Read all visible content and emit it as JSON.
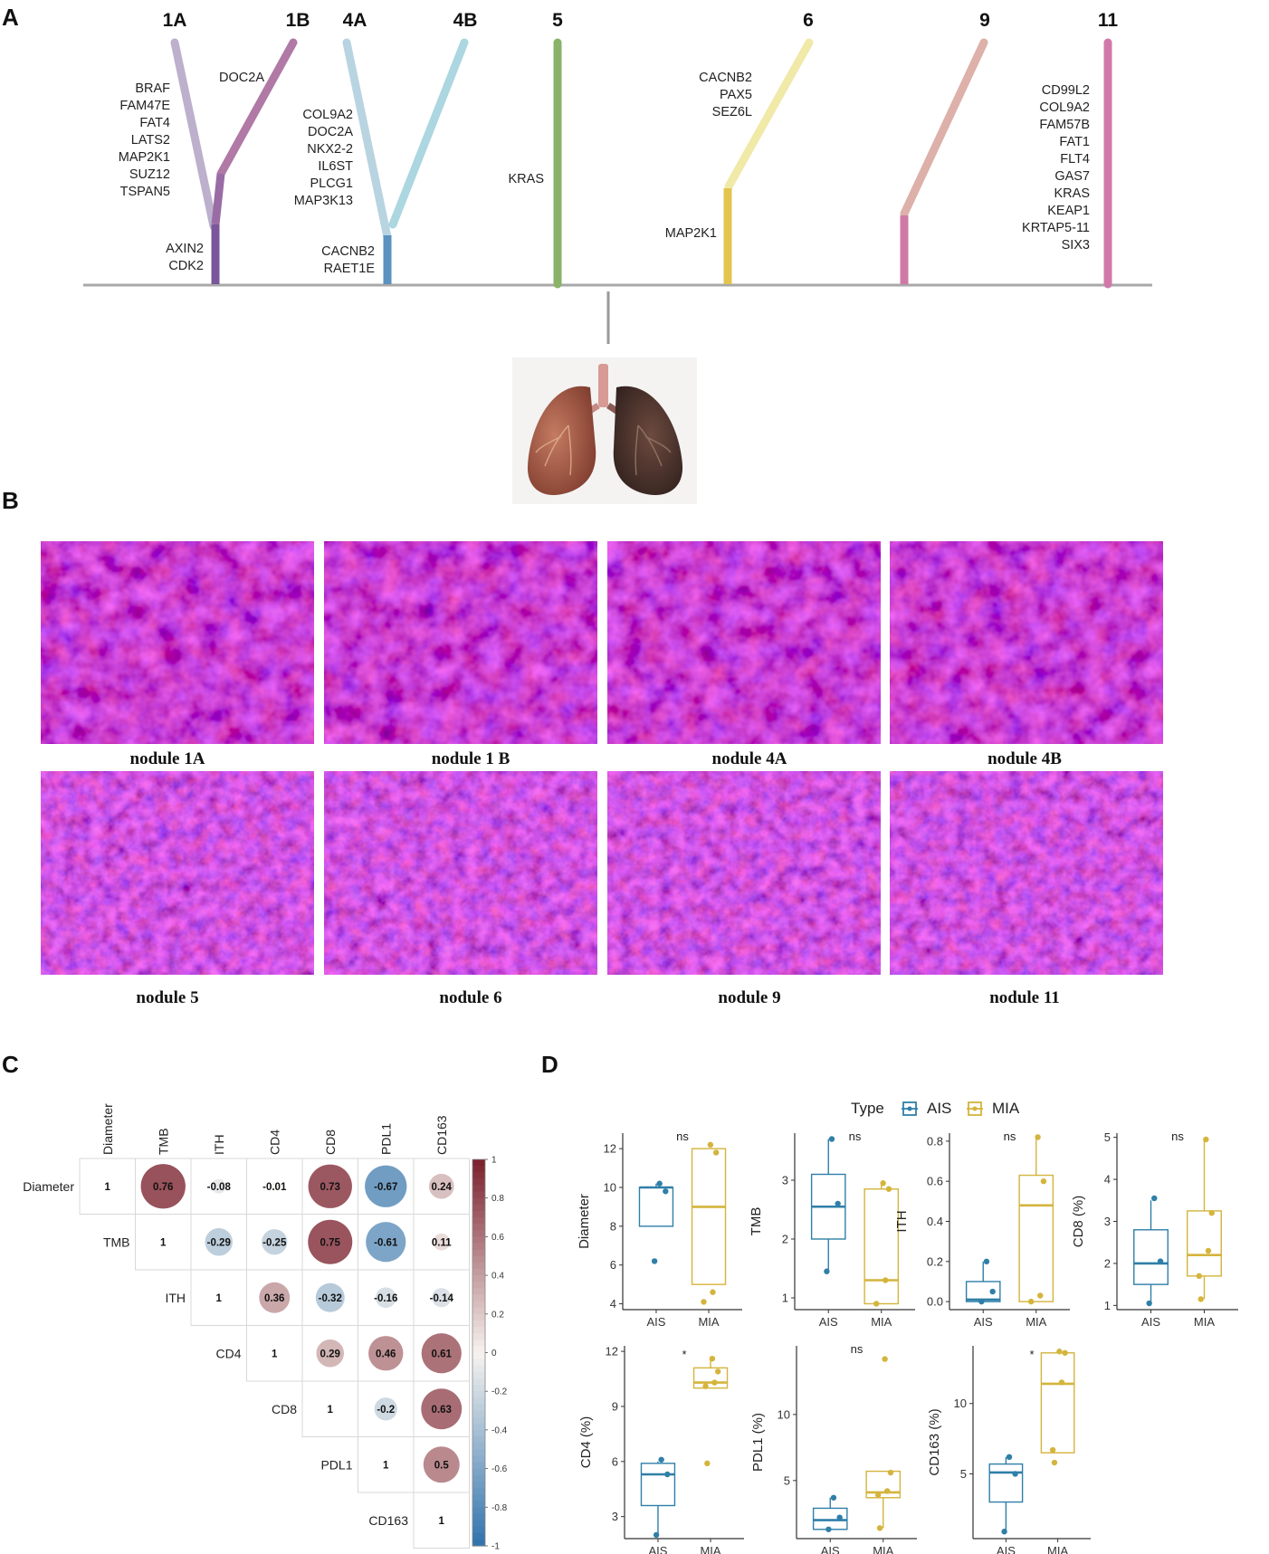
{
  "panel_labels": {
    "a": "A",
    "b": "B",
    "c": "C",
    "d": "D"
  },
  "tree": {
    "tips": {
      "1A": "1A",
      "1B": "1B",
      "4A": "4A",
      "4B": "4B",
      "5": "5",
      "6": "6",
      "9": "9",
      "11": "11"
    },
    "genes": {
      "n1_trunk": [
        "AXIN2",
        "CDK2"
      ],
      "n1a_branch": [
        "BRAF",
        "FAM47E",
        "FAT4",
        "LATS2",
        "MAP2K1",
        "SUZ12",
        "TSPAN5"
      ],
      "n1b_branch": [
        "DOC2A"
      ],
      "n4_trunk": [
        "CACNB2",
        "RAET1E"
      ],
      "n4a_branch": [
        "COL9A2",
        "DOC2A",
        "NKX2-2",
        "IL6ST",
        "PLCG1",
        "MAP3K13"
      ],
      "n5": [
        "KRAS"
      ],
      "n6_trunk": [
        "MAP2K1"
      ],
      "n6_branch": [
        "CACNB2",
        "PAX5",
        "SEZ6L"
      ],
      "n11": [
        "CD99L2",
        "COL9A2",
        "FAM57B",
        "FAT1",
        "FLT4",
        "GAS7",
        "KRAS",
        "KEAP1",
        "KRTAP5-11",
        "SIX3"
      ]
    },
    "colors": {
      "n1a": "#bcb0cc",
      "n1b": "#b079a6",
      "n1_trunk": "#7a569a",
      "n4a": "#b9d4e1",
      "n4b": "#acd6e0",
      "n4_trunk": "#5a92c0",
      "n5": "#8ab26a",
      "n6": "#f0e9a8",
      "n6_trunk": "#e3c44f",
      "n9": "#ddb0a9",
      "n9_trunk": "#cf79a6",
      "n11": "#d178a9"
    }
  },
  "lung_icon": "lungs-illustration",
  "images": {
    "captions": [
      "nodule 1A",
      "nodule 1 B",
      "nodule 4A",
      "nodule 4B",
      "nodule 5",
      "nodule 6",
      "nodule 9",
      "nodule 11"
    ]
  },
  "corr": {
    "labels": [
      "Diameter",
      "TMB",
      "ITH",
      "CD4",
      "CD8",
      "PDL1",
      "CD163"
    ],
    "matrix": [
      [
        1,
        0.76,
        -0.08,
        -0.01,
        0.73,
        -0.67,
        0.24
      ],
      [
        null,
        1,
        -0.29,
        -0.25,
        0.75,
        -0.61,
        0.11
      ],
      [
        null,
        null,
        1,
        0.36,
        -0.32,
        -0.16,
        -0.14
      ],
      [
        null,
        null,
        null,
        1,
        0.29,
        0.46,
        0.61
      ],
      [
        null,
        null,
        null,
        null,
        1,
        -0.2,
        0.63
      ],
      [
        null,
        null,
        null,
        null,
        null,
        1,
        0.5
      ],
      [
        null,
        null,
        null,
        null,
        null,
        null,
        1
      ]
    ],
    "colorbar_ticks": [
      "1",
      "0.8",
      "0.6",
      "0.4",
      "0.2",
      "0",
      "-0.2",
      "-0.4",
      "-0.6",
      "-0.8",
      "-1"
    ],
    "colors": {
      "positive": "#7a1f2c",
      "negative": "#2f73ad",
      "neutral": "#f7f3ef"
    }
  },
  "boxplots": {
    "legend_title": "Type",
    "legend_groups": [
      "AIS",
      "MIA"
    ],
    "x_labels": [
      "AIS",
      "MIA"
    ],
    "colors": {
      "AIS": "#2f7fa8",
      "MIA": "#d4b43c"
    }
  },
  "chart_data": {
    "type": "box",
    "groups": [
      "AIS",
      "MIA"
    ],
    "panels": [
      {
        "ylabel": "Diameter",
        "sig": "ns",
        "ylim": [
          3.7,
          12.8
        ],
        "ticks": [
          4,
          6,
          8,
          10,
          12
        ],
        "AIS": {
          "q1": 8.0,
          "median": 10.0,
          "q3": 10.0,
          "min": 8.0,
          "max": 10.2,
          "points": [
            10.2,
            9.8,
            6.2
          ]
        },
        "MIA": {
          "q1": 5.0,
          "median": 9.0,
          "q3": 12.0,
          "min": 5.0,
          "max": 12.0,
          "points": [
            12.2,
            11.8,
            4.6,
            4.1
          ]
        }
      },
      {
        "ylabel": "TMB",
        "sig": "ns",
        "ylim": [
          0.8,
          3.8
        ],
        "ticks": [
          1,
          2,
          3
        ],
        "AIS": {
          "q1": 2.0,
          "median": 2.55,
          "q3": 3.1,
          "min": 1.45,
          "max": 3.7,
          "points": [
            3.7,
            2.6,
            1.45
          ]
        },
        "MIA": {
          "q1": 0.9,
          "median": 1.3,
          "q3": 2.85,
          "min": 0.9,
          "max": 2.95,
          "points": [
            2.95,
            2.85,
            1.3,
            0.9
          ]
        }
      },
      {
        "ylabel": "ITH",
        "sig": "ns",
        "ylim": [
          -0.04,
          0.84
        ],
        "ticks": [
          0.0,
          0.2,
          0.4,
          0.6,
          0.8
        ],
        "tick_labels": [
          "0.0",
          "0.2",
          "0.4",
          "0.6",
          "0.8"
        ],
        "AIS": {
          "q1": 0.0,
          "median": 0.01,
          "q3": 0.1,
          "min": 0.0,
          "max": 0.2,
          "points": [
            0.2,
            0.05,
            0.0
          ]
        },
        "MIA": {
          "q1": 0.0,
          "median": 0.48,
          "q3": 0.63,
          "min": 0.0,
          "max": 0.82,
          "points": [
            0.82,
            0.6,
            0.03,
            0.0
          ]
        }
      },
      {
        "ylabel": "CD8 (%)",
        "sig": "ns",
        "ylim": [
          0.9,
          5.1
        ],
        "ticks": [
          1,
          2,
          3,
          4,
          5
        ],
        "AIS": {
          "q1": 1.5,
          "median": 2.0,
          "q3": 2.8,
          "min": 1.0,
          "max": 3.5,
          "points": [
            3.55,
            2.05,
            1.05
          ]
        },
        "MIA": {
          "q1": 1.7,
          "median": 2.2,
          "q3": 3.25,
          "min": 1.15,
          "max": 4.95,
          "points": [
            4.95,
            3.2,
            2.3,
            1.7,
            1.15
          ]
        }
      },
      {
        "ylabel": "CD4 (%)",
        "sig": "*",
        "ylim": [
          1.8,
          12.3
        ],
        "ticks": [
          3,
          6,
          9,
          12
        ],
        "AIS": {
          "q1": 3.6,
          "median": 5.3,
          "q3": 5.9,
          "min": 2.0,
          "max": 6.0,
          "points": [
            6.1,
            5.3,
            2.0
          ]
        },
        "MIA": {
          "q1": 10.0,
          "median": 10.3,
          "q3": 11.1,
          "min": 10.0,
          "max": 11.6,
          "points": [
            11.6,
            10.9,
            10.3,
            10.1,
            5.9
          ]
        }
      },
      {
        "ylabel": "PDL1 (%)",
        "sig": "ns",
        "ylim": [
          0.6,
          15.2
        ],
        "ticks": [
          5,
          10
        ],
        "AIS": {
          "q1": 1.3,
          "median": 2.0,
          "q3": 2.9,
          "min": 1.3,
          "max": 3.7,
          "points": [
            3.7,
            2.2,
            1.3
          ]
        },
        "MIA": {
          "q1": 3.7,
          "median": 4.1,
          "q3": 5.7,
          "min": 1.4,
          "max": 5.7,
          "points": [
            14.2,
            5.6,
            4.2,
            3.9,
            1.4
          ]
        }
      },
      {
        "ylabel": "CD163 (%)",
        "sig": "*",
        "ylim": [
          0.4,
          14.1
        ],
        "ticks": [
          5,
          10
        ],
        "AIS": {
          "q1": 3.0,
          "median": 5.1,
          "q3": 5.7,
          "min": 1.0,
          "max": 6.2,
          "points": [
            6.2,
            5.0,
            0.9
          ]
        },
        "MIA": {
          "q1": 6.5,
          "median": 11.4,
          "q3": 13.6,
          "min": 6.5,
          "max": 13.6,
          "points": [
            13.7,
            13.6,
            11.5,
            6.7,
            5.8
          ]
        }
      }
    ]
  }
}
